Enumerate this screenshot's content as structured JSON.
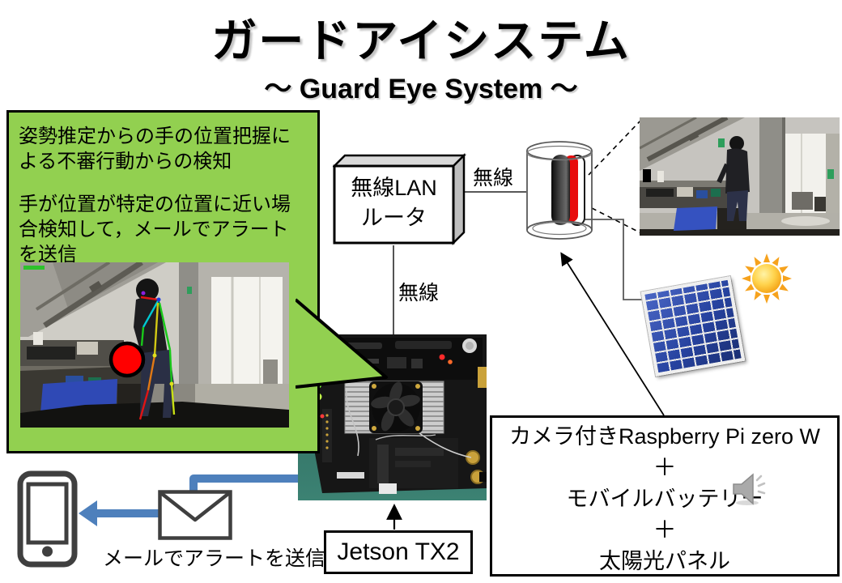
{
  "title": {
    "main": "ガードアイシステム",
    "sub": "～ Guard Eye System ～"
  },
  "callout": {
    "paragraph1": "姿勢推定からの手の位置把握による不審行動からの検知",
    "paragraph2": "手が位置が特定の位置に近い場合検知して，メールでアラートを送信"
  },
  "router": {
    "line1": "無線LAN",
    "line2": "ルータ"
  },
  "links": {
    "wireless_right": "無線",
    "wireless_down": "無線"
  },
  "jetson": {
    "label": "Jetson TX2"
  },
  "parts_box": {
    "lines": [
      "カメラ付きRaspberry Pi zero W",
      "＋",
      "モバイルバッテリー",
      "＋",
      "太陽光パネル"
    ]
  },
  "email": {
    "caption": "メールでアラートを送信"
  },
  "icons": {
    "sun": "sun-icon",
    "solar_panel": "solar-panel-icon",
    "speaker": "speaker-icon",
    "phone": "smartphone-icon",
    "envelope": "envelope-icon",
    "camera_unit": "camera-cylinder-icon"
  },
  "colors": {
    "callout_green": "#92d050",
    "arrow_blue": "#4e80bc",
    "alert_red": "#ff0000"
  }
}
